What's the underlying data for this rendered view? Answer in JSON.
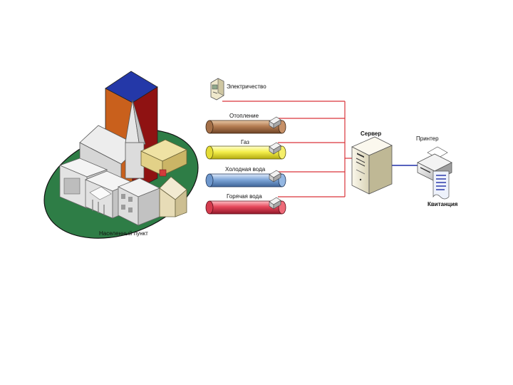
{
  "colors": {
    "wire": "#d9343a",
    "network": "#1f2fa8",
    "ground": "#2e7d46",
    "heating_pipe": "#b07a4f",
    "gas_pipe": "#f3f05a",
    "cold_water_pipe": "#7ea7d8",
    "hot_water_pipe": "#e24a5a"
  },
  "labels": {
    "electricity": "Электричество",
    "heating": "Отопление",
    "gas": "Газ",
    "cold_water": "Холодная вода",
    "hot_water": "Горячая вода",
    "server": "Сервер",
    "printer": "Принтер",
    "receipt": "Квитанция",
    "settlement": "Населенный пункт"
  },
  "icons": [
    "electricity-meter-icon",
    "pipe-meter-icon",
    "server-icon",
    "printer-icon",
    "receipt-icon",
    "settlement-icon"
  ]
}
